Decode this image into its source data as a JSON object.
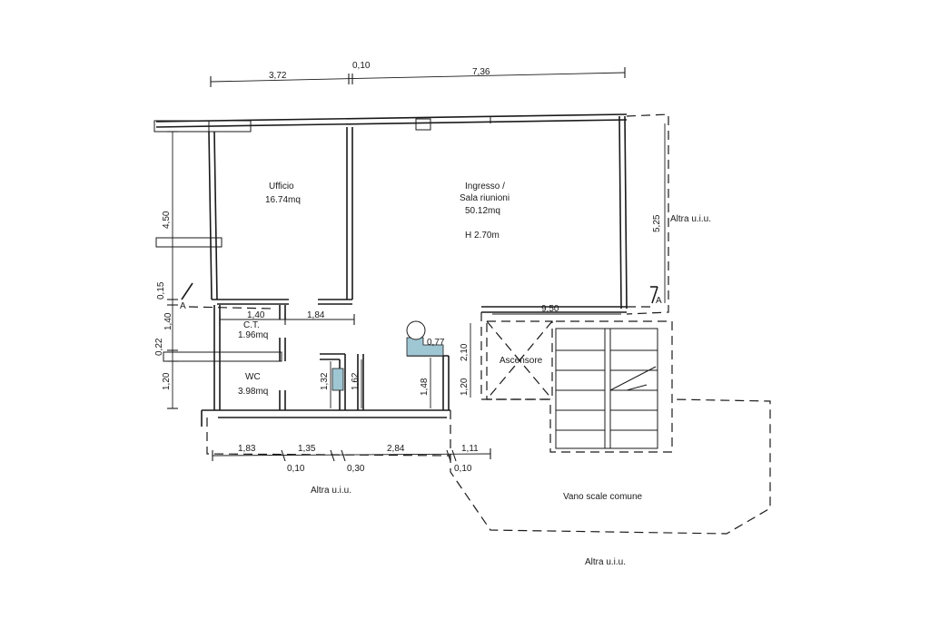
{
  "rooms": {
    "ufficio_name": "Ufficio",
    "ufficio_area": "16.74mq",
    "ingresso_name": "Ingresso /",
    "ingresso_name2": "Sala riunioni",
    "ingresso_area": "50.12mq",
    "height": "H 2.70m",
    "ct_name": "C.T.",
    "ct_area": "1.96mq",
    "wc_name": "WC",
    "wc_area": "3.98mq",
    "ascensore": "Ascensore",
    "vano_scale": "Vano scale comune"
  },
  "labels": {
    "altra_right": "Altra u.i.u.",
    "altra_bottom_left": "Altra u.i.u.",
    "altra_bottom_right": "Altra u.i.u.",
    "section_a_left": "A",
    "section_a_right": "A"
  },
  "dimensions": {
    "top_1": "3,72",
    "top_2": "0,10",
    "top_3": "7,36",
    "left_1": "4,50",
    "left_2": "0,15",
    "left_3": "1,40",
    "left_4": "0,22",
    "left_5": "1,20",
    "mid_1": "1,40",
    "mid_2": "1,84",
    "mid_3": "9,50",
    "right_1": "5,25",
    "inner_1": "1,32",
    "inner_2": "1,62",
    "inner_3": "1,48",
    "inner_4": "0,77",
    "inner_5": "2,10",
    "inner_6": "1,20",
    "bottom_1": "1,83",
    "bottom_2": "1,35",
    "bottom_3": "2,84",
    "bottom_4": "1,11",
    "bottom_5": "0,10",
    "bottom_6": "0,30",
    "bottom_7": "0,10"
  }
}
